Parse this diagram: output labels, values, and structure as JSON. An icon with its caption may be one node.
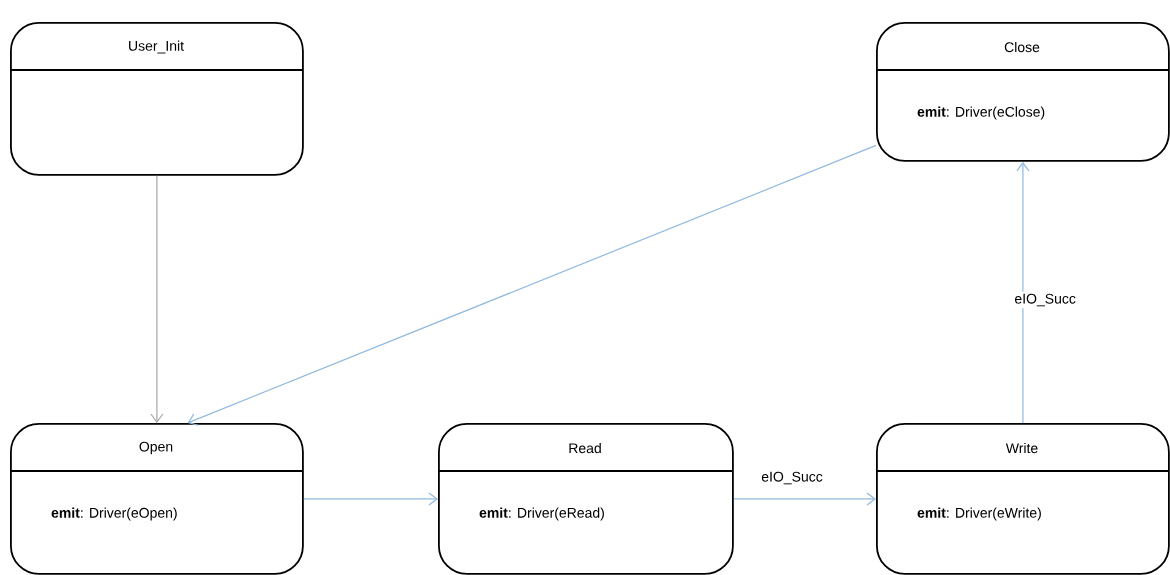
{
  "diagram": {
    "nodes": [
      {
        "text": [
          "User_Init"
        ]
      },
      {
        "text": [
          "Close",
          "**emit**: Driver(eClose)"
        ]
      },
      {
        "text": [
          "Open",
          "**emit**: Driver(eOpen)"
        ]
      },
      {
        "text": [
          "Read",
          "**emit**: Driver(eRead)"
        ]
      },
      {
        "text": [
          "Write",
          "**emit**: Driver(eWrite)"
        ]
      }
    ],
    "edges": [
      {
        "from": 0,
        "to": 2,
        "arrow": "to",
        "color": "#a6a6a6"
      },
      {
        "from": 1,
        "to": 2,
        "arrow": "to"
      },
      {
        "from": 2,
        "to": 3,
        "arrow": "to"
      },
      {
        "from": 3,
        "to": 4,
        "arrow": "to",
        "label": "eIO_Succ"
      },
      {
        "from": 4,
        "to": 1,
        "arrow": "to",
        "label": "eIO_Succ"
      }
    ]
  }
}
